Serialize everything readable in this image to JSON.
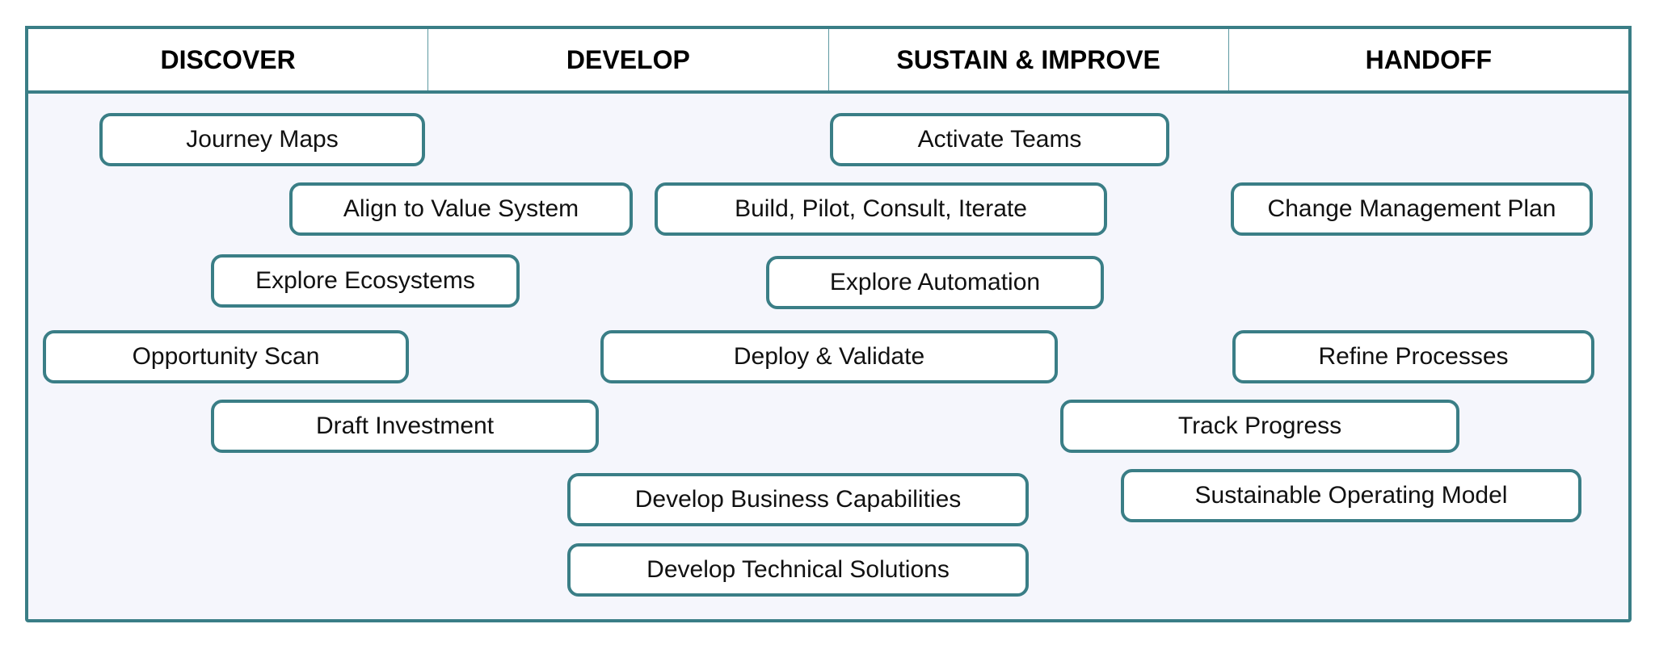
{
  "phases": [
    "DISCOVER",
    "DEVELOP",
    "SUSTAIN & IMPROVE",
    "HANDOFF"
  ],
  "activities": {
    "journey_maps": "Journey Maps",
    "activate_teams": "Activate Teams",
    "align_value_system": "Align to Value System",
    "build_pilot": "Build, Pilot, Consult, Iterate",
    "change_management": "Change Management Plan",
    "explore_ecosystems": "Explore Ecosystems",
    "explore_automation": "Explore Automation",
    "opportunity_scan": "Opportunity Scan",
    "deploy_validate": "Deploy & Validate",
    "refine_processes": "Refine Processes",
    "draft_investment": "Draft Investment",
    "track_progress": "Track Progress",
    "develop_business": "Develop Business Capabilities",
    "sustainable_model": "Sustainable Operating Model",
    "develop_technical": "Develop Technical Solutions"
  },
  "colors": {
    "border": "#3a7e86",
    "background": "#f5f6fc"
  }
}
